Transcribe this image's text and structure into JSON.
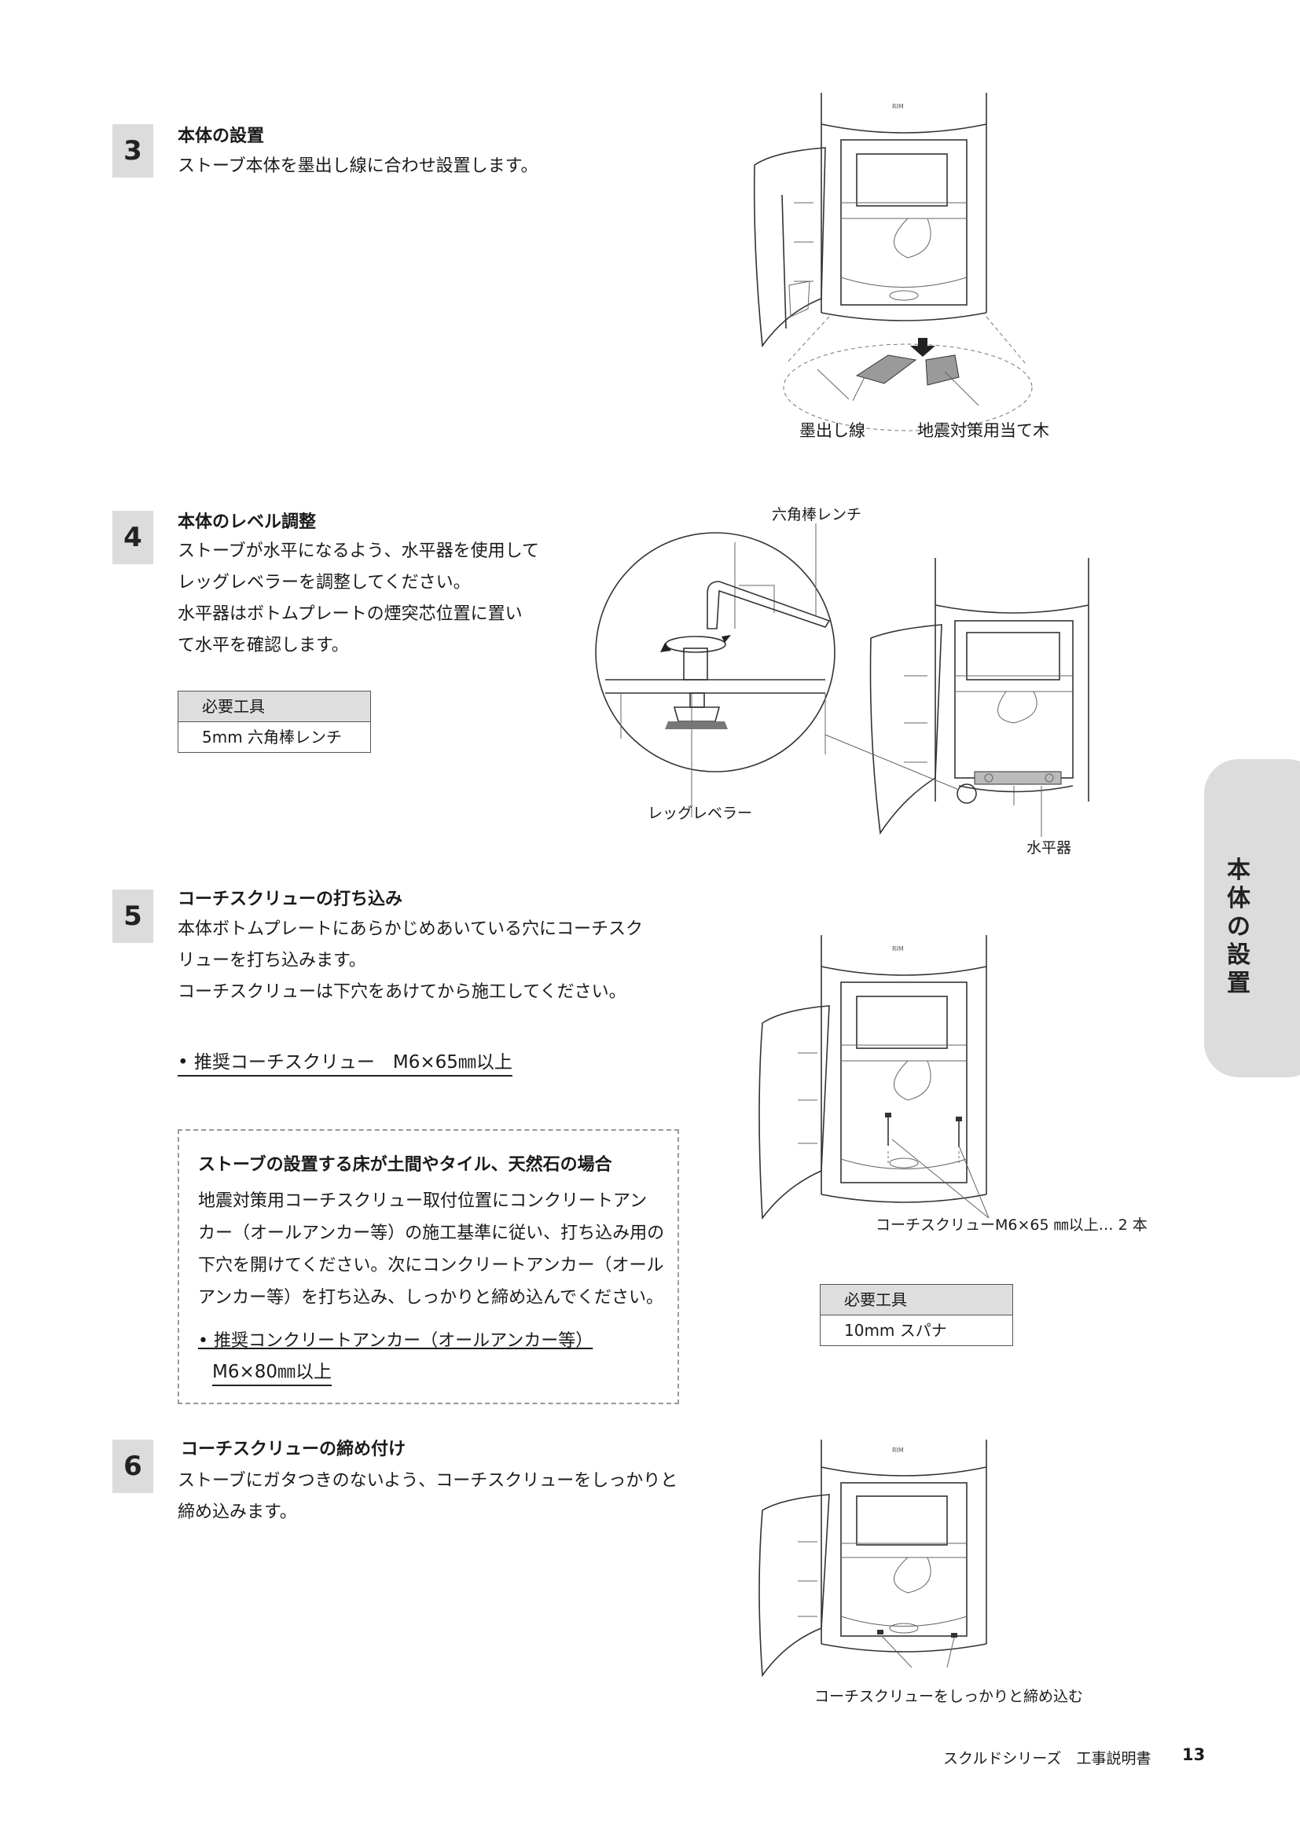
{
  "steps": [
    {
      "number": "3",
      "title": "本体の設置",
      "lines": [
        "ストーブ本体を墨出し線に合わせ設置します。"
      ]
    },
    {
      "number": "4",
      "title": "本体のレベル調整",
      "lines": [
        "ストーブが水平になるよう、水平器を使用して",
        "レッグレベラーを調整してください。",
        "水平器はボトムプレートの煙突芯位置に置い",
        "て水平を確認します。"
      ]
    },
    {
      "number": "5",
      "title": "コーチスクリューの打ち込み",
      "lines": [
        "本体ボトムプレートにあらかじめあいている穴にコーチスク",
        "リューを打ち込みます。",
        "コーチスクリューは下穴をあけてから施工してください。"
      ]
    },
    {
      "number": "6",
      "title": "コーチスクリューの締め付け",
      "lines": [
        "ストーブにガタつきのないよう、コーチスクリューをしっかりと",
        "締め込みます。"
      ]
    }
  ],
  "tools4": {
    "header": "必要工具",
    "value": "5mm 六角棒レンチ"
  },
  "tools5": {
    "header": "必要工具",
    "value": "10mm スパナ"
  },
  "recommend5": "• 推奨コーチスクリュー　M6×65㎜以上",
  "note": {
    "title": "ストーブの設置する床が土間やタイル、天然石の場合",
    "lines": [
      "地震対策用コーチスクリュー取付位置にコンクリートアン",
      "カー（オールアンカー等）の施工基準に従い、打ち込み用の",
      "下穴を開けてください。次にコンクリートアンカー（オール",
      "アンカー等）を打ち込み、しっかりと締め込んでください。"
    ],
    "rec_line1": "• 推奨コンクリートアンカー（オールアンカー等）",
    "rec_line2": "M6×80㎜以上"
  },
  "captions": {
    "sumidashi": "墨出し線",
    "jishin": "地震対策用当て木",
    "wrench": "六角棒レンチ",
    "leveler": "レッグレベラー",
    "suiheiki": "水平器",
    "screw5": "コーチスクリューM6×65 ㎜以上… 2 本",
    "screw6": "コーチスクリューをしっかりと締め込む"
  },
  "side_tab": "本体の設置",
  "footer": {
    "doc": "スクルドシリーズ　工事説明書",
    "page": "13"
  }
}
